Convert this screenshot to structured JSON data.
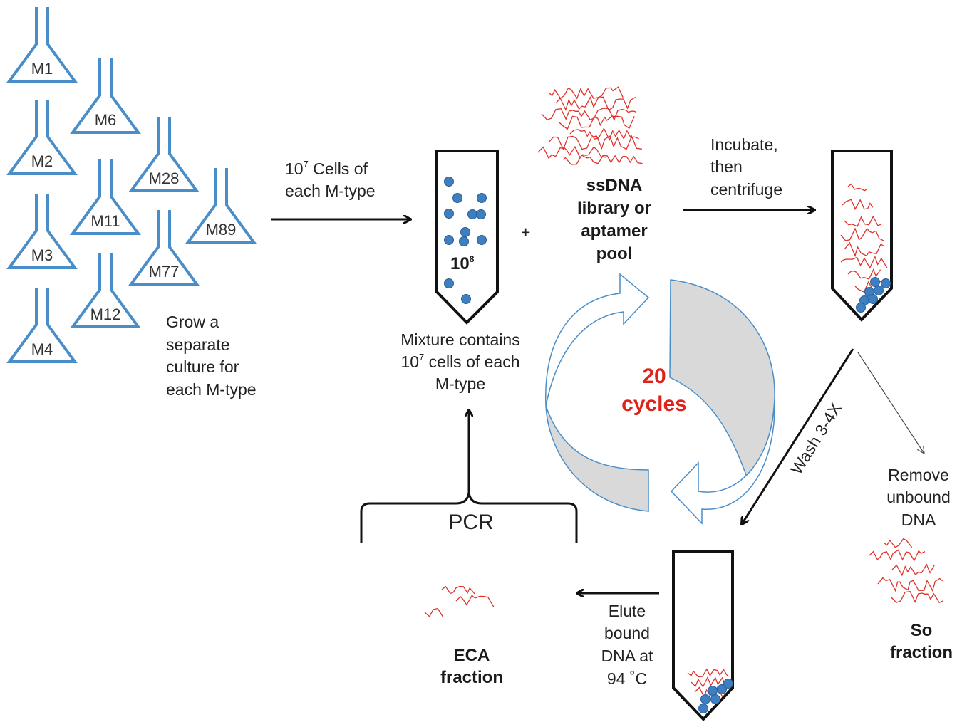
{
  "flasks": [
    "M1",
    "M2",
    "M3",
    "M4",
    "M6",
    "M11",
    "M12",
    "M28",
    "M77",
    "M89"
  ],
  "labels": {
    "grow_culture": [
      "Grow a",
      "separate",
      "culture for",
      "each M-type"
    ],
    "cells_line1": "10",
    "cells_line1_sup": "7",
    "cells_line1_rest": "Cells of",
    "cells_line2": "each M-type",
    "tube_count": "10",
    "tube_count_sup": "8",
    "mixture": [
      "Mixture contains",
      "10",
      "7",
      " cells of each",
      "M-type"
    ],
    "plus": "+",
    "ssdna": [
      "ssDNA",
      "library or",
      "aptamer",
      "pool"
    ],
    "incubate": [
      "Incubate,",
      "then",
      "centrifuge"
    ],
    "cycles_num": "20",
    "cycles_word": "cycles",
    "wash": "Wash 3-4X",
    "remove": [
      "Remove",
      "unbound",
      "DNA"
    ],
    "so_fraction": [
      "So",
      "fraction"
    ],
    "elute": [
      "Elute",
      "bound",
      "DNA at",
      "94 ˚C"
    ],
    "eca_fraction": [
      "ECA",
      "fraction"
    ],
    "pcr": "PCR"
  },
  "colors": {
    "flask": "#4a8ec9",
    "cell": "#3d7fc1",
    "dna": "#e0322a",
    "cycles": "#e0221a",
    "gray_arrow": "#d9d9d9"
  }
}
